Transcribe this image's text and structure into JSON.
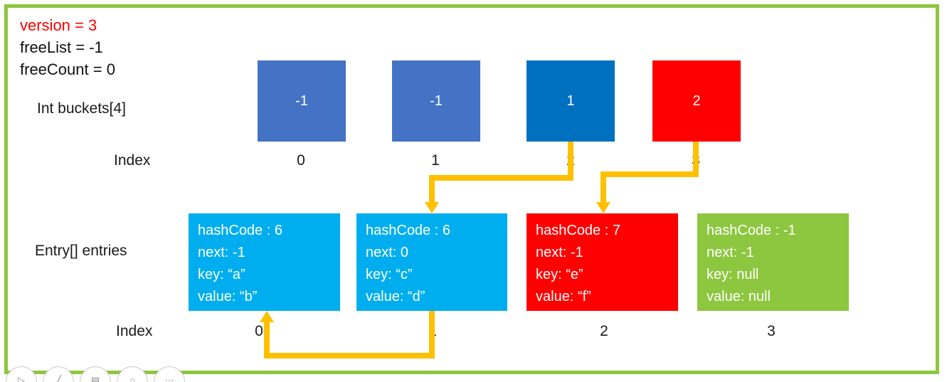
{
  "diagram": {
    "title_lines": {
      "version": "version = 3",
      "freeList": "freeList = -1",
      "freeCount": "freeCount = 0"
    },
    "colors": {
      "frame_green": "#8DC63F",
      "bucket_blue": "#4472C4",
      "bucket_dark_blue": "#0070C0",
      "bucket_red": "#FF0000",
      "entry_cyan": "#00AEEF",
      "entry_red": "#FF0000",
      "entry_green": "#8DC63F",
      "arrow_yellow": "#FFC000",
      "version_red": "#FF0000"
    },
    "buckets_row": {
      "label": "Int buckets[4]",
      "index_label": "Index",
      "cells": [
        {
          "value": "-1",
          "index": "0",
          "color": "#4472C4"
        },
        {
          "value": "-1",
          "index": "1",
          "color": "#4472C4"
        },
        {
          "value": "1",
          "index": "2",
          "color": "#0070C0"
        },
        {
          "value": "2",
          "index": "3",
          "color": "#FF0000"
        }
      ]
    },
    "entries_row": {
      "label": "Entry[] entries",
      "index_label": "Index",
      "cells": [
        {
          "index": "0",
          "color": "#00AEEF",
          "hashCode": "hashCode : 6",
          "next": "next: -1",
          "key": "key: “a”",
          "value": "value: “b”"
        },
        {
          "index": "1",
          "color": "#00AEEF",
          "hashCode": "hashCode : 6",
          "next": "next: 0",
          "key": "key: “c”",
          "value": "value: “d”"
        },
        {
          "index": "2",
          "color": "#FF0000",
          "hashCode": "hashCode : 7",
          "next": "next: -1",
          "key": "key: “e”",
          "value": "value: “f”"
        },
        {
          "index": "3",
          "color": "#8DC63F",
          "hashCode": "hashCode : -1",
          "next": "next: -1",
          "key": "key: null",
          "value": "value: null"
        }
      ]
    },
    "arrows": [
      {
        "name": "bucket2-to-entry1",
        "from": "buckets[2]",
        "to": "entries[1]"
      },
      {
        "name": "bucket3-to-entry2",
        "from": "buckets[3]",
        "to": "entries[2]"
      },
      {
        "name": "entry1-to-entry0",
        "from": "entries[1]",
        "to": "entries[0]"
      }
    ]
  },
  "toolbar": {
    "buttons": [
      {
        "name": "play-button",
        "glyph": "▷"
      },
      {
        "name": "pen-button",
        "glyph": "╱"
      },
      {
        "name": "slides-button",
        "glyph": "▤"
      },
      {
        "name": "record-button",
        "glyph": "○"
      },
      {
        "name": "more-button",
        "glyph": "⋯"
      }
    ]
  }
}
